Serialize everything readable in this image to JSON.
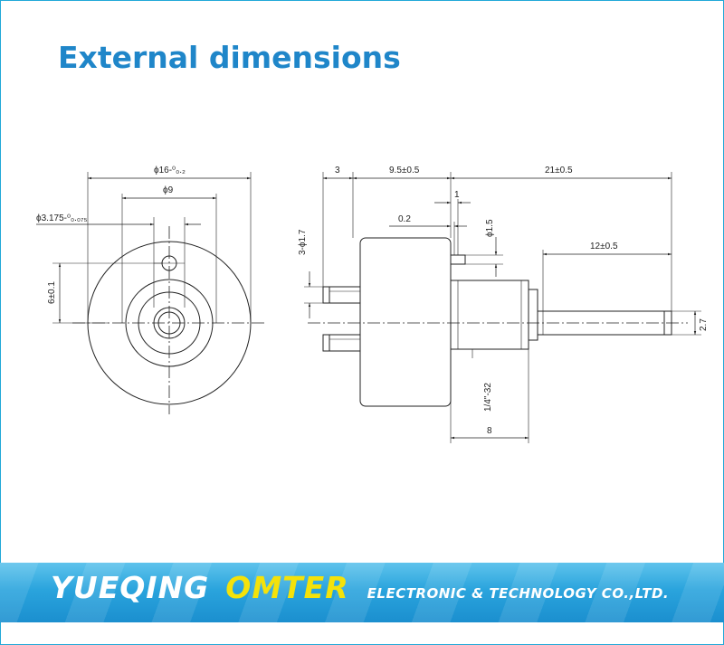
{
  "title": "External dimensions",
  "dimensions": {
    "outer_diameter": "ϕ16-⁰₀.₂",
    "inner_diameter": "ϕ9",
    "shaft_diameter_front": "ϕ3.175-⁰₀.₀₇₅",
    "pin_offset": "6±0.1",
    "terminal_length": "3",
    "body_length": "9.5±0.5",
    "total_length": "21±0.5",
    "step_1": "1",
    "step_0_2": "0.2",
    "pin_diameter": "ϕ1.5",
    "shaft_length": "12±0.5",
    "terminal_holes": "3-ϕ1.7",
    "thread": "1/4\"-32",
    "thread_length": "8",
    "shaft_flat": "2.7"
  },
  "banner": {
    "brand_1": "YUEQING",
    "brand_2": "OMTER",
    "brand_3": "ELECTRONIC & TECHNOLOGY CO.,LTD."
  },
  "colors": {
    "title": "#1f86c9",
    "banner": "#2aa4dd",
    "brand_accent": "#f4e20a"
  }
}
